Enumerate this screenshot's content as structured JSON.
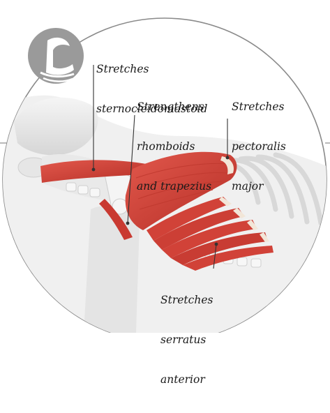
{
  "logo": {
    "name": "figure-on-wave-logo",
    "color": "#9a9a9a"
  },
  "annotations": {
    "sternocleidomastoid": {
      "line1": "Stretches",
      "line2": "sternocleidomastoid"
    },
    "rhomboids_trapezius": {
      "line1": "Strengthens",
      "line2": "rhomboids",
      "line3": "and trapezius"
    },
    "pectoralis_major": {
      "line1": "Stretches",
      "line2": "pectoralis",
      "line3": "major"
    },
    "serratus_anterior": {
      "line1": "Stretches",
      "line2": "serratus",
      "line3": "anterior"
    }
  },
  "colors": {
    "muscle": "#d9463c",
    "muscle_dark": "#b8302a",
    "tendon": "#f2e6d8",
    "skin": "#e8e8e8",
    "bone": "#f4f4f4",
    "circle": "#8a8a8a",
    "leader_line": "#333333"
  }
}
